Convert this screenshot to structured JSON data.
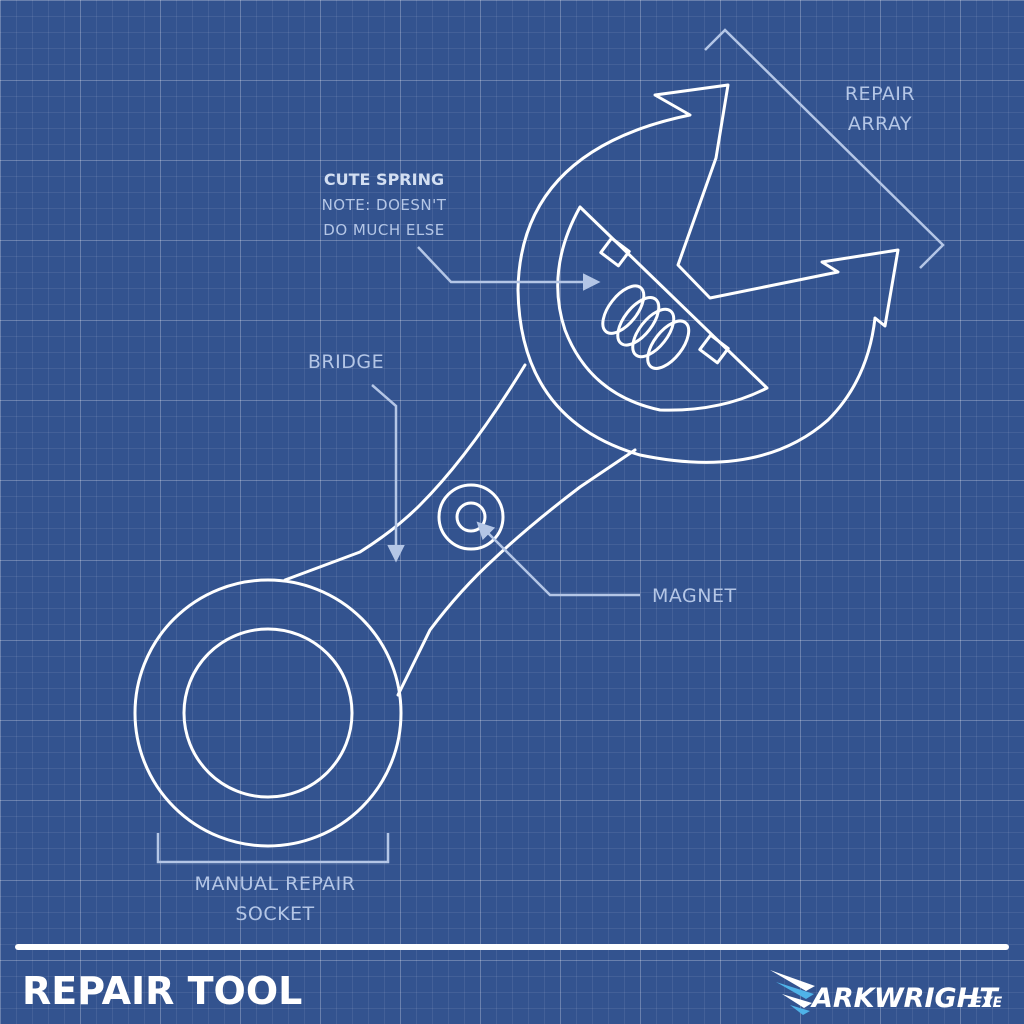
{
  "title": "REPAIR TOOL",
  "brand": {
    "name": "ARKWRIGHT",
    "ext": ".EXE"
  },
  "labels": {
    "repair_array": [
      "REPAIR",
      "ARRAY"
    ],
    "cute_spring": {
      "heading": "CUTE SPRING",
      "note": [
        "NOTE: DOESN'T",
        "DO MUCH ELSE"
      ]
    },
    "bridge": "BRIDGE",
    "magnet": "MAGNET",
    "socket": [
      "MANUAL REPAIR",
      "SOCKET"
    ]
  },
  "colors": {
    "background": "#33538f",
    "line": "#ffffff",
    "callout": "#b4c6e6",
    "brand_accent": "#4fb3e8"
  }
}
